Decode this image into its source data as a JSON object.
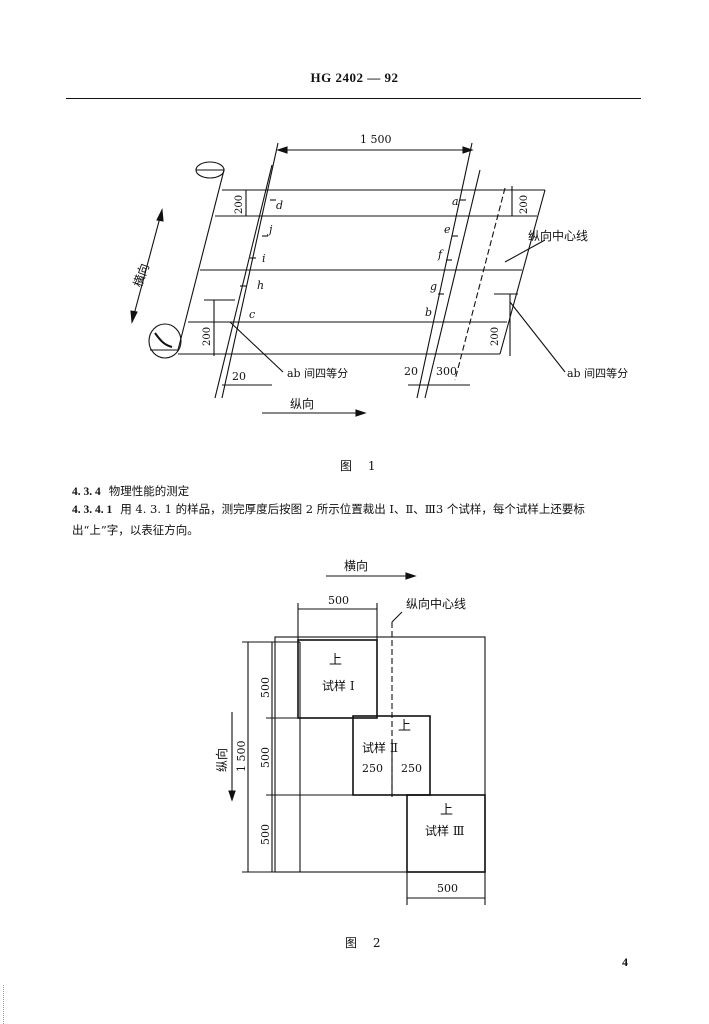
{
  "header": {
    "standard_code": "HG 2402 — 92"
  },
  "figure1": {
    "caption": "图  1",
    "dim_1500": "1 500",
    "dim_200_top_left": "200",
    "dim_200_top_right": "200",
    "dim_200_bottom_left": "200",
    "dim_200_bottom_right": "200",
    "dim_20_left": "20",
    "dim_20_right": "20",
    "dim_300": "300",
    "label_transverse": "横向",
    "label_longitudinal": "纵向",
    "label_center_line": "纵向中心线",
    "label_ab_left": "ab 间四等分",
    "label_ab_right": "ab 间四等分",
    "points_left": [
      "d",
      "j",
      "i",
      "h",
      "c"
    ],
    "points_right": [
      "a",
      "e",
      "f",
      "g",
      "b"
    ]
  },
  "section": {
    "heading_number": "4. 3. 4",
    "heading_text": "物理性能的测定",
    "para_number": "4. 3. 4. 1",
    "para_text": "用 4. 3. 1 的样品，测完厚度后按图 2 所示位置裁出 Ⅰ、Ⅱ、Ⅲ3 个试样，每个试样上还要标出“上”字，以表征方向。"
  },
  "figure2": {
    "caption": "图  2",
    "label_transverse": "横向",
    "label_longitudinal": "纵向",
    "label_center_line": "纵向中心线",
    "dim_500_top": "500",
    "dim_500_bottom": "500",
    "dim_1500": "1 500",
    "dim_500_v1": "500",
    "dim_500_v2": "500",
    "dim_500_v3": "500",
    "up_label_1": "上",
    "up_label_2": "上",
    "up_label_3": "上",
    "specimen_1": "试样 Ⅰ",
    "specimen_2": "试样  Ⅱ",
    "specimen_3": "试样 Ⅲ",
    "dim_250_left": "250",
    "dim_250_right": "250"
  },
  "page": {
    "number": "4"
  }
}
